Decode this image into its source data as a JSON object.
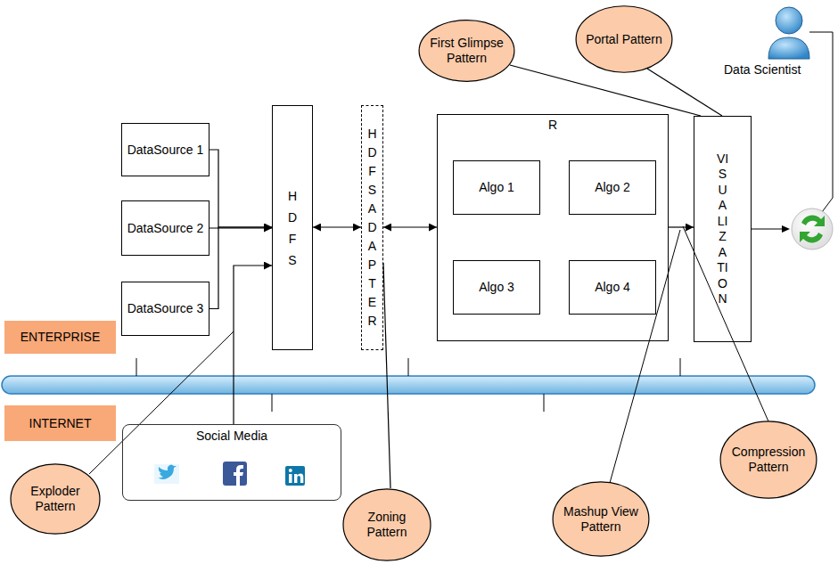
{
  "diagram": {
    "nodes": [
      {
        "text": [
          "DataSource 1"
        ]
      },
      {
        "text": [
          "DataSource 2"
        ]
      },
      {
        "text": [
          "DataSource 3"
        ]
      },
      {
        "text": [
          "HDFS"
        ]
      },
      {
        "text": [
          "HDFS ADAPTER"
        ]
      },
      {
        "text": [
          "R"
        ]
      },
      {
        "text": [
          "Algo 1"
        ],
        "in": 5
      },
      {
        "text": [
          "Algo 2"
        ],
        "in": 5
      },
      {
        "text": [
          "Algo 3"
        ],
        "in": 5
      },
      {
        "text": [
          "Algo 4"
        ],
        "in": 5
      },
      {
        "text": [
          "VISUALIZATION"
        ]
      },
      {
        "text": [
          "Social Media"
        ]
      },
      {
        "text": [
          "First Glimpse Pattern"
        ]
      },
      {
        "text": [
          "Portal Pattern"
        ]
      },
      {
        "text": [
          "Exploder Pattern"
        ]
      },
      {
        "text": [
          "Zoning Pattern"
        ]
      },
      {
        "text": [
          "Mashup View Pattern"
        ]
      },
      {
        "text": [
          "Compression Pattern"
        ]
      },
      {
        "text": [
          "ENTERPRISE"
        ]
      },
      {
        "text": [
          "INTERNET"
        ]
      }
    ],
    "edges": [
      {
        "from": 0,
        "to": 3,
        "arrow": "to"
      },
      {
        "from": 1,
        "to": 3,
        "arrow": "to"
      },
      {
        "from": 2,
        "to": 3,
        "arrow": "to"
      },
      {
        "from": 11,
        "to": 3,
        "arrow": "to"
      },
      {
        "from": 3,
        "to": 4,
        "arrow": "both"
      },
      {
        "from": 4,
        "to": 5,
        "arrow": "both"
      },
      {
        "from": 5,
        "to": 10,
        "arrow": "to"
      },
      {
        "from": 12,
        "to": 10,
        "arrow": "none"
      },
      {
        "from": 13,
        "to": 10,
        "arrow": "none"
      },
      {
        "from": 15,
        "to": 4,
        "arrow": "none"
      }
    ],
    "labels": [
      "Data Scientist"
    ]
  }
}
